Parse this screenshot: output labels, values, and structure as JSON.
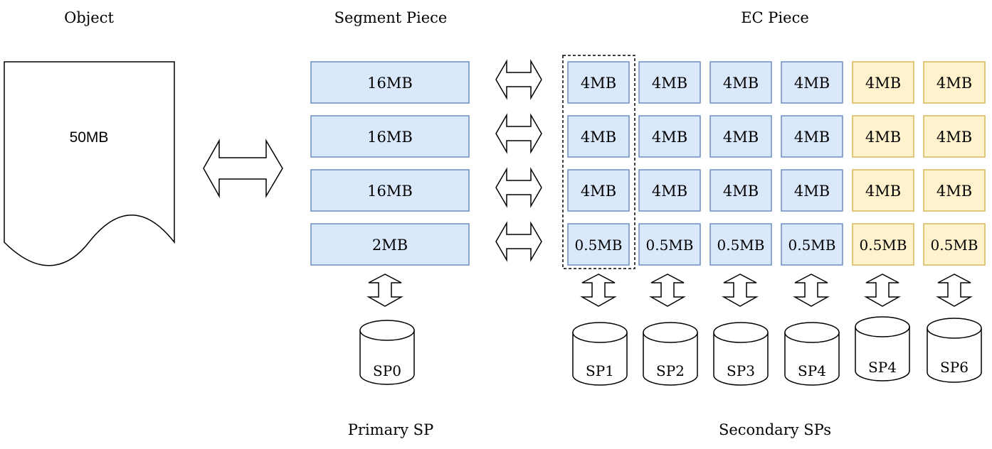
{
  "headers": {
    "object": "Object",
    "segment": "Segment Piece",
    "ec": "EC Piece"
  },
  "object": {
    "label": "50MB"
  },
  "segments": [
    "16MB",
    "16MB",
    "16MB",
    "2MB"
  ],
  "ec_rows": [
    [
      "4MB",
      "4MB",
      "4MB",
      "4MB",
      "4MB",
      "4MB"
    ],
    [
      "4MB",
      "4MB",
      "4MB",
      "4MB",
      "4MB",
      "4MB"
    ],
    [
      "4MB",
      "4MB",
      "4MB",
      "4MB",
      "4MB",
      "4MB"
    ],
    [
      "0.5MB",
      "0.5MB",
      "0.5MB",
      "0.5MB",
      "0.5MB",
      "0.5MB"
    ]
  ],
  "primary_sp": "SP0",
  "secondary_sps": [
    "SP1",
    "SP2",
    "SP3",
    "SP4",
    "SP4",
    "SP6"
  ],
  "footers": {
    "primary": "Primary SP",
    "secondary": "Secondary SPs"
  },
  "colors": {
    "data_fill": "#dae8fc",
    "data_stroke": "#6c8ebf",
    "parity_fill": "#fff2cc",
    "parity_stroke": "#d6b656"
  }
}
